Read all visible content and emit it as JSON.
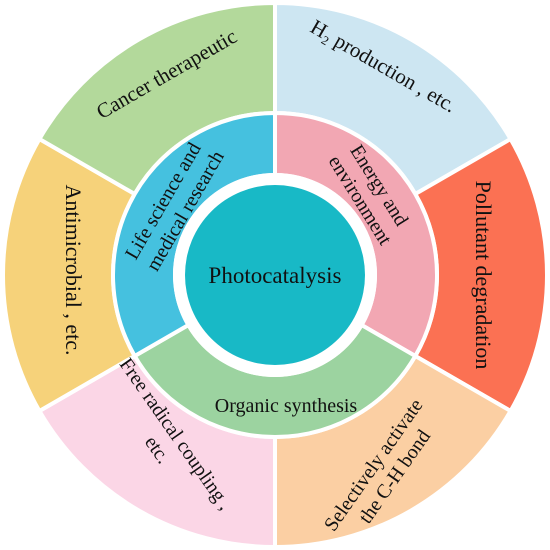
{
  "center": {
    "label": "Photocatalysis",
    "color": "#18b9c6"
  },
  "inner_ring": [
    {
      "label_lines": [
        "Energy and",
        "environment"
      ],
      "color": "#f2a7b3"
    },
    {
      "label_lines": [
        "Organic synthesis"
      ],
      "color": "#9cd3a0"
    },
    {
      "label_lines": [
        "Life science and",
        "medical research"
      ],
      "color": "#45c1df"
    }
  ],
  "outer_ring": [
    {
      "label": "H₂ production , etc.",
      "color": "#cde6f2"
    },
    {
      "label": "Pollutant degradation",
      "color": "#fb7153"
    },
    {
      "label_lines": [
        "Selectively activate",
        "the C-H bond"
      ],
      "color": "#fbcfa3"
    },
    {
      "label_lines": [
        "Free radical coupling ,",
        "etc."
      ],
      "color": "#fbd6e6"
    },
    {
      "label": "Antimicrobial , etc.",
      "color": "#f6d27a"
    },
    {
      "label": "Cancer therapeutic",
      "color": "#b3d99b"
    }
  ]
}
